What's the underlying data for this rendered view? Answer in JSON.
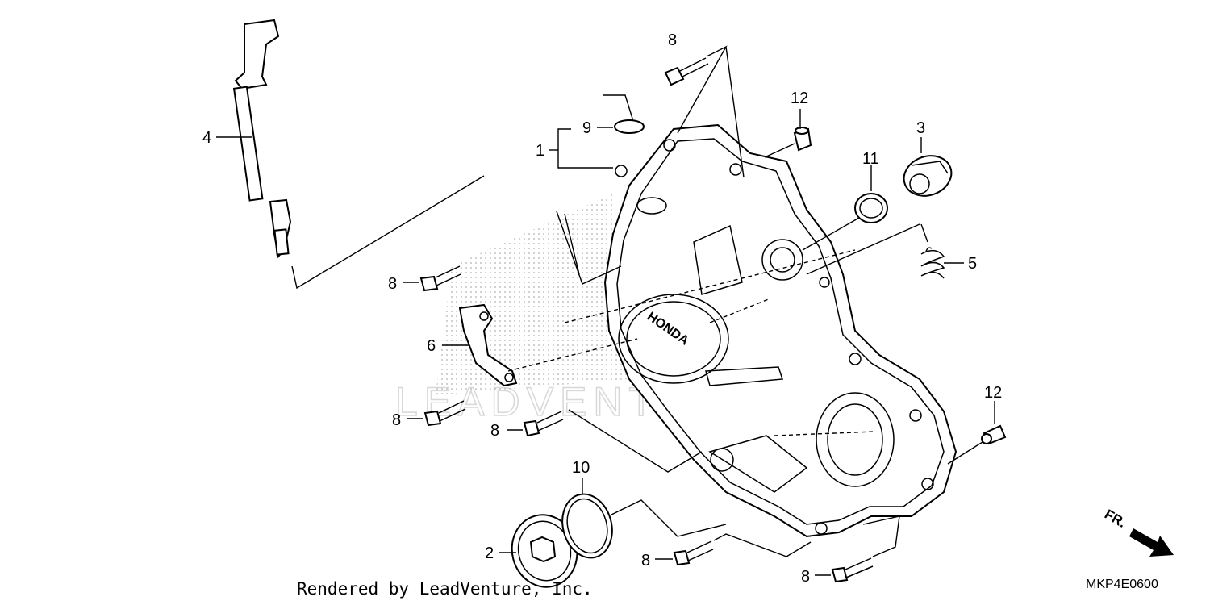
{
  "callouts": {
    "c1": "1",
    "c2": "2",
    "c3": "3",
    "c4": "4",
    "c5": "5",
    "c6": "6",
    "c8a": "8",
    "c8b": "8",
    "c8c": "8",
    "c8d": "8",
    "c8e": "8",
    "c8f": "8",
    "c9": "9",
    "c10": "10",
    "c11": "11",
    "c12a": "12",
    "c12b": "12"
  },
  "watermark": "LEADVENTURE",
  "orientation_label": "FR.",
  "footer": {
    "credit": "Rendered by LeadVenture, Inc.",
    "diagram_code": "MKP4E0600"
  },
  "colors": {
    "line": "#000000",
    "background": "#ffffff",
    "watermark": "#d8d8d8",
    "stipple": "#9a9a9a"
  }
}
